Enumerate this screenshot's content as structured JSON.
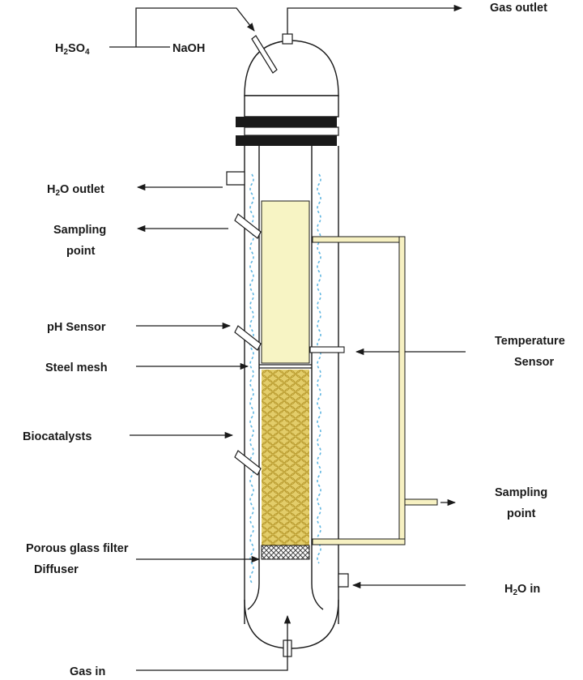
{
  "labels": {
    "h2so4_main": "H",
    "h2so4_sub1": "2",
    "h2so4_mid": "SO",
    "h2so4_sub2": "4",
    "naoh": "NaOH",
    "gas_outlet": "Gas outlet",
    "h2o_outlet_main": "H",
    "h2o_outlet_sub": "2",
    "h2o_outlet_rest": "O outlet",
    "sampling_point_left_1": "Sampling",
    "sampling_point_left_2": "point",
    "ph_sensor": "pH Sensor",
    "steel_mesh": "Steel mesh",
    "temperature_sensor_1": "Temperature",
    "temperature_sensor_2": "Sensor",
    "biocatalysts": "Biocatalysts",
    "sampling_point_right_1": "Sampling",
    "sampling_point_right_2": "point",
    "porous_glass_filter": "Porous glass filter",
    "diffuser": "Diffuser",
    "h2o_in_main": "H",
    "h2o_in_sub": "2",
    "h2o_in_rest": "O in",
    "gas_in": "Gas in"
  },
  "colors": {
    "liquid": "#f7f4c4",
    "beads": "#e3cd6a",
    "bead_outline": "#b89a2e",
    "sample_pipe": "#f7f1c2",
    "flange": "#1a1a1a",
    "water_jacket": "#5fb5e0"
  }
}
